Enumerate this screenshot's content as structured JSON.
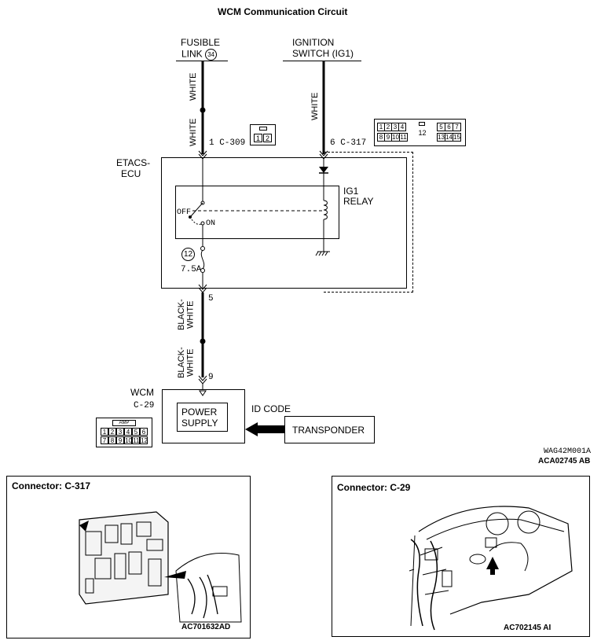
{
  "title": "WCM Communication Circuit",
  "fusible_link": {
    "line1": "FUSIBLE",
    "line2": "LINK",
    "number": "34"
  },
  "ignition_switch": {
    "line1": "IGNITION",
    "line2": "SWITCH (IG1)"
  },
  "wires": {
    "white_1": "WHITE",
    "white_2": "WHITE",
    "white_3": "WHITE",
    "black_white_1": "BLACK-WHITE",
    "black_white_2": "BLACK-WHITE"
  },
  "pins": {
    "c309": "1 C-309",
    "c317": "6 C-317",
    "pin5": "5",
    "pin9": "9"
  },
  "etacs": {
    "line1": "ETACS-",
    "line2": "ECU"
  },
  "relay": {
    "line1": "IG1",
    "line2": "RELAY",
    "off": "OFF",
    "on": "ON"
  },
  "fuse": {
    "number": "12",
    "rating": "7.5A"
  },
  "wcm": {
    "line1": "WCM",
    "line2": "C-29"
  },
  "power_supply": {
    "line1": "POWER",
    "line2": "SUPPLY"
  },
  "id_code": "ID CODE",
  "transponder": "TRANSPONDER",
  "connector_c309": {
    "cells": [
      "1",
      "2"
    ]
  },
  "connector_c317": {
    "top": [
      "1",
      "2",
      "3",
      "4",
      "5",
      "6",
      "7"
    ],
    "bottom": [
      "8",
      "9",
      "10",
      "11",
      "13",
      "14",
      "15"
    ],
    "center": "12"
  },
  "connector_c29": {
    "header": "AMP",
    "top": [
      "1",
      "2",
      "3",
      "4",
      "5",
      "6"
    ],
    "bottom": [
      "7",
      "8",
      "9",
      "10",
      "11",
      "12"
    ]
  },
  "codes": {
    "line1": "WAG42M001A",
    "line2": "ACA02745 AB"
  },
  "panel_left": {
    "title": "Connector: C-317",
    "code": "AC701632AD"
  },
  "panel_right": {
    "title": "Connector: C-29",
    "code": "AC702145 AI"
  }
}
